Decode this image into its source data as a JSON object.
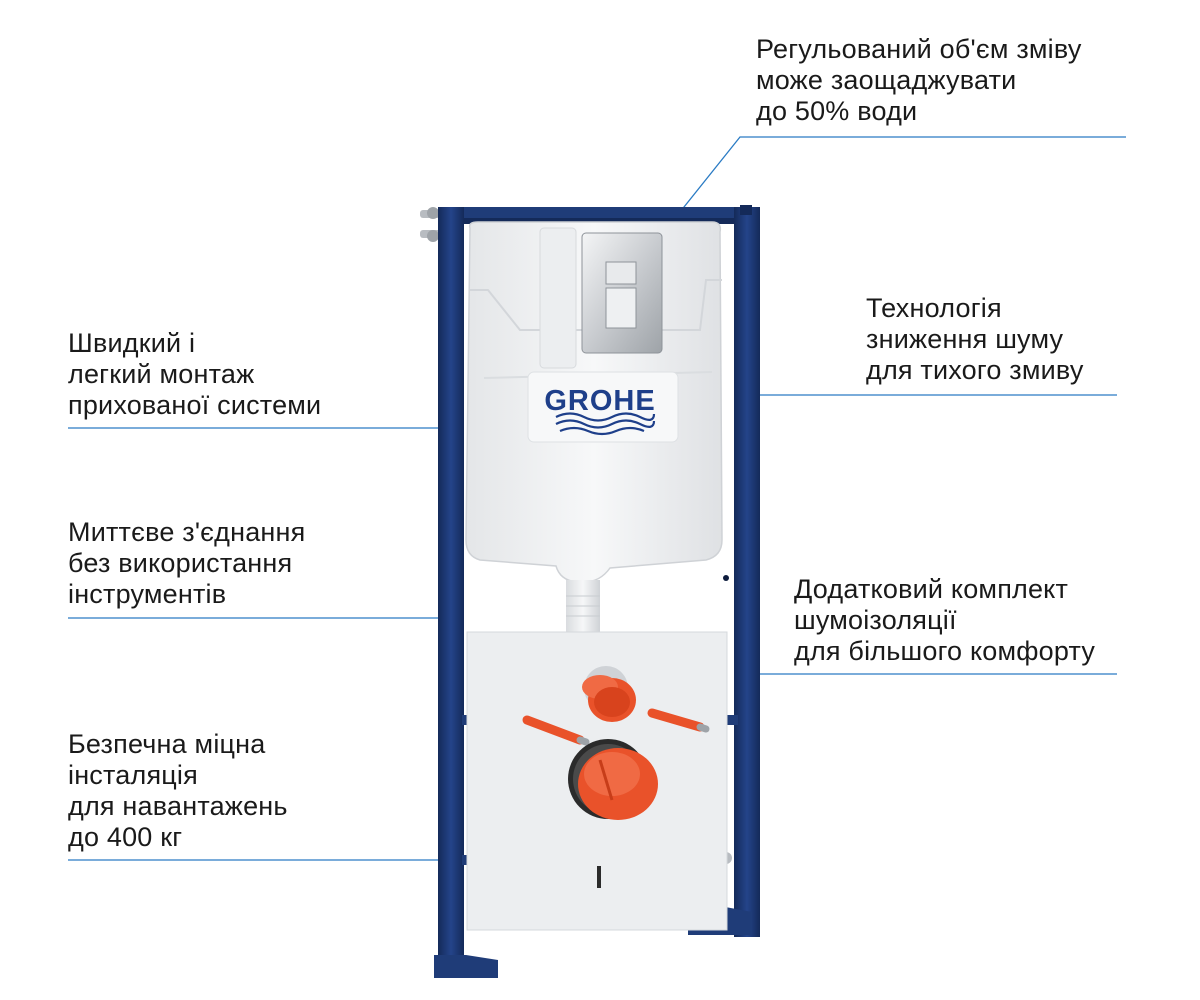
{
  "brand": {
    "logo_text": "GROHE"
  },
  "colors": {
    "frame": "#1f3c78",
    "frame_dark": "#142a59",
    "leader": "#2a7bc4",
    "cistern": "#f1f2f3",
    "plate": "#e9ebed",
    "orange": "#e9522a",
    "logo": "#1e3f8a",
    "text": "#1a1a1a"
  },
  "callouts": [
    {
      "id": "flush-volume",
      "side": "right",
      "lines": [
        "Регульований об'єм зміву",
        "може заощаджувати",
        "до 50% води"
      ]
    },
    {
      "id": "noise-tech",
      "side": "right",
      "lines": [
        "Технологія",
        "зниження шуму",
        "для тихого змиву"
      ]
    },
    {
      "id": "soundproof-kit",
      "side": "right",
      "lines": [
        "Додатковий комплект",
        "шумоізоляції",
        "для більшого комфорту"
      ]
    },
    {
      "id": "easy-install",
      "side": "left",
      "lines": [
        "Швидкий і",
        "легкий монтаж",
        "прихованої системи"
      ]
    },
    {
      "id": "quick-connect",
      "side": "left",
      "lines": [
        "Миттєве з'єднання",
        "без використання",
        "інструментів"
      ]
    },
    {
      "id": "load-capacity",
      "side": "left",
      "lines": [
        "Безпечна міцна",
        "інсталяція",
        "для навантажень",
        "до 400 кг"
      ]
    }
  ]
}
